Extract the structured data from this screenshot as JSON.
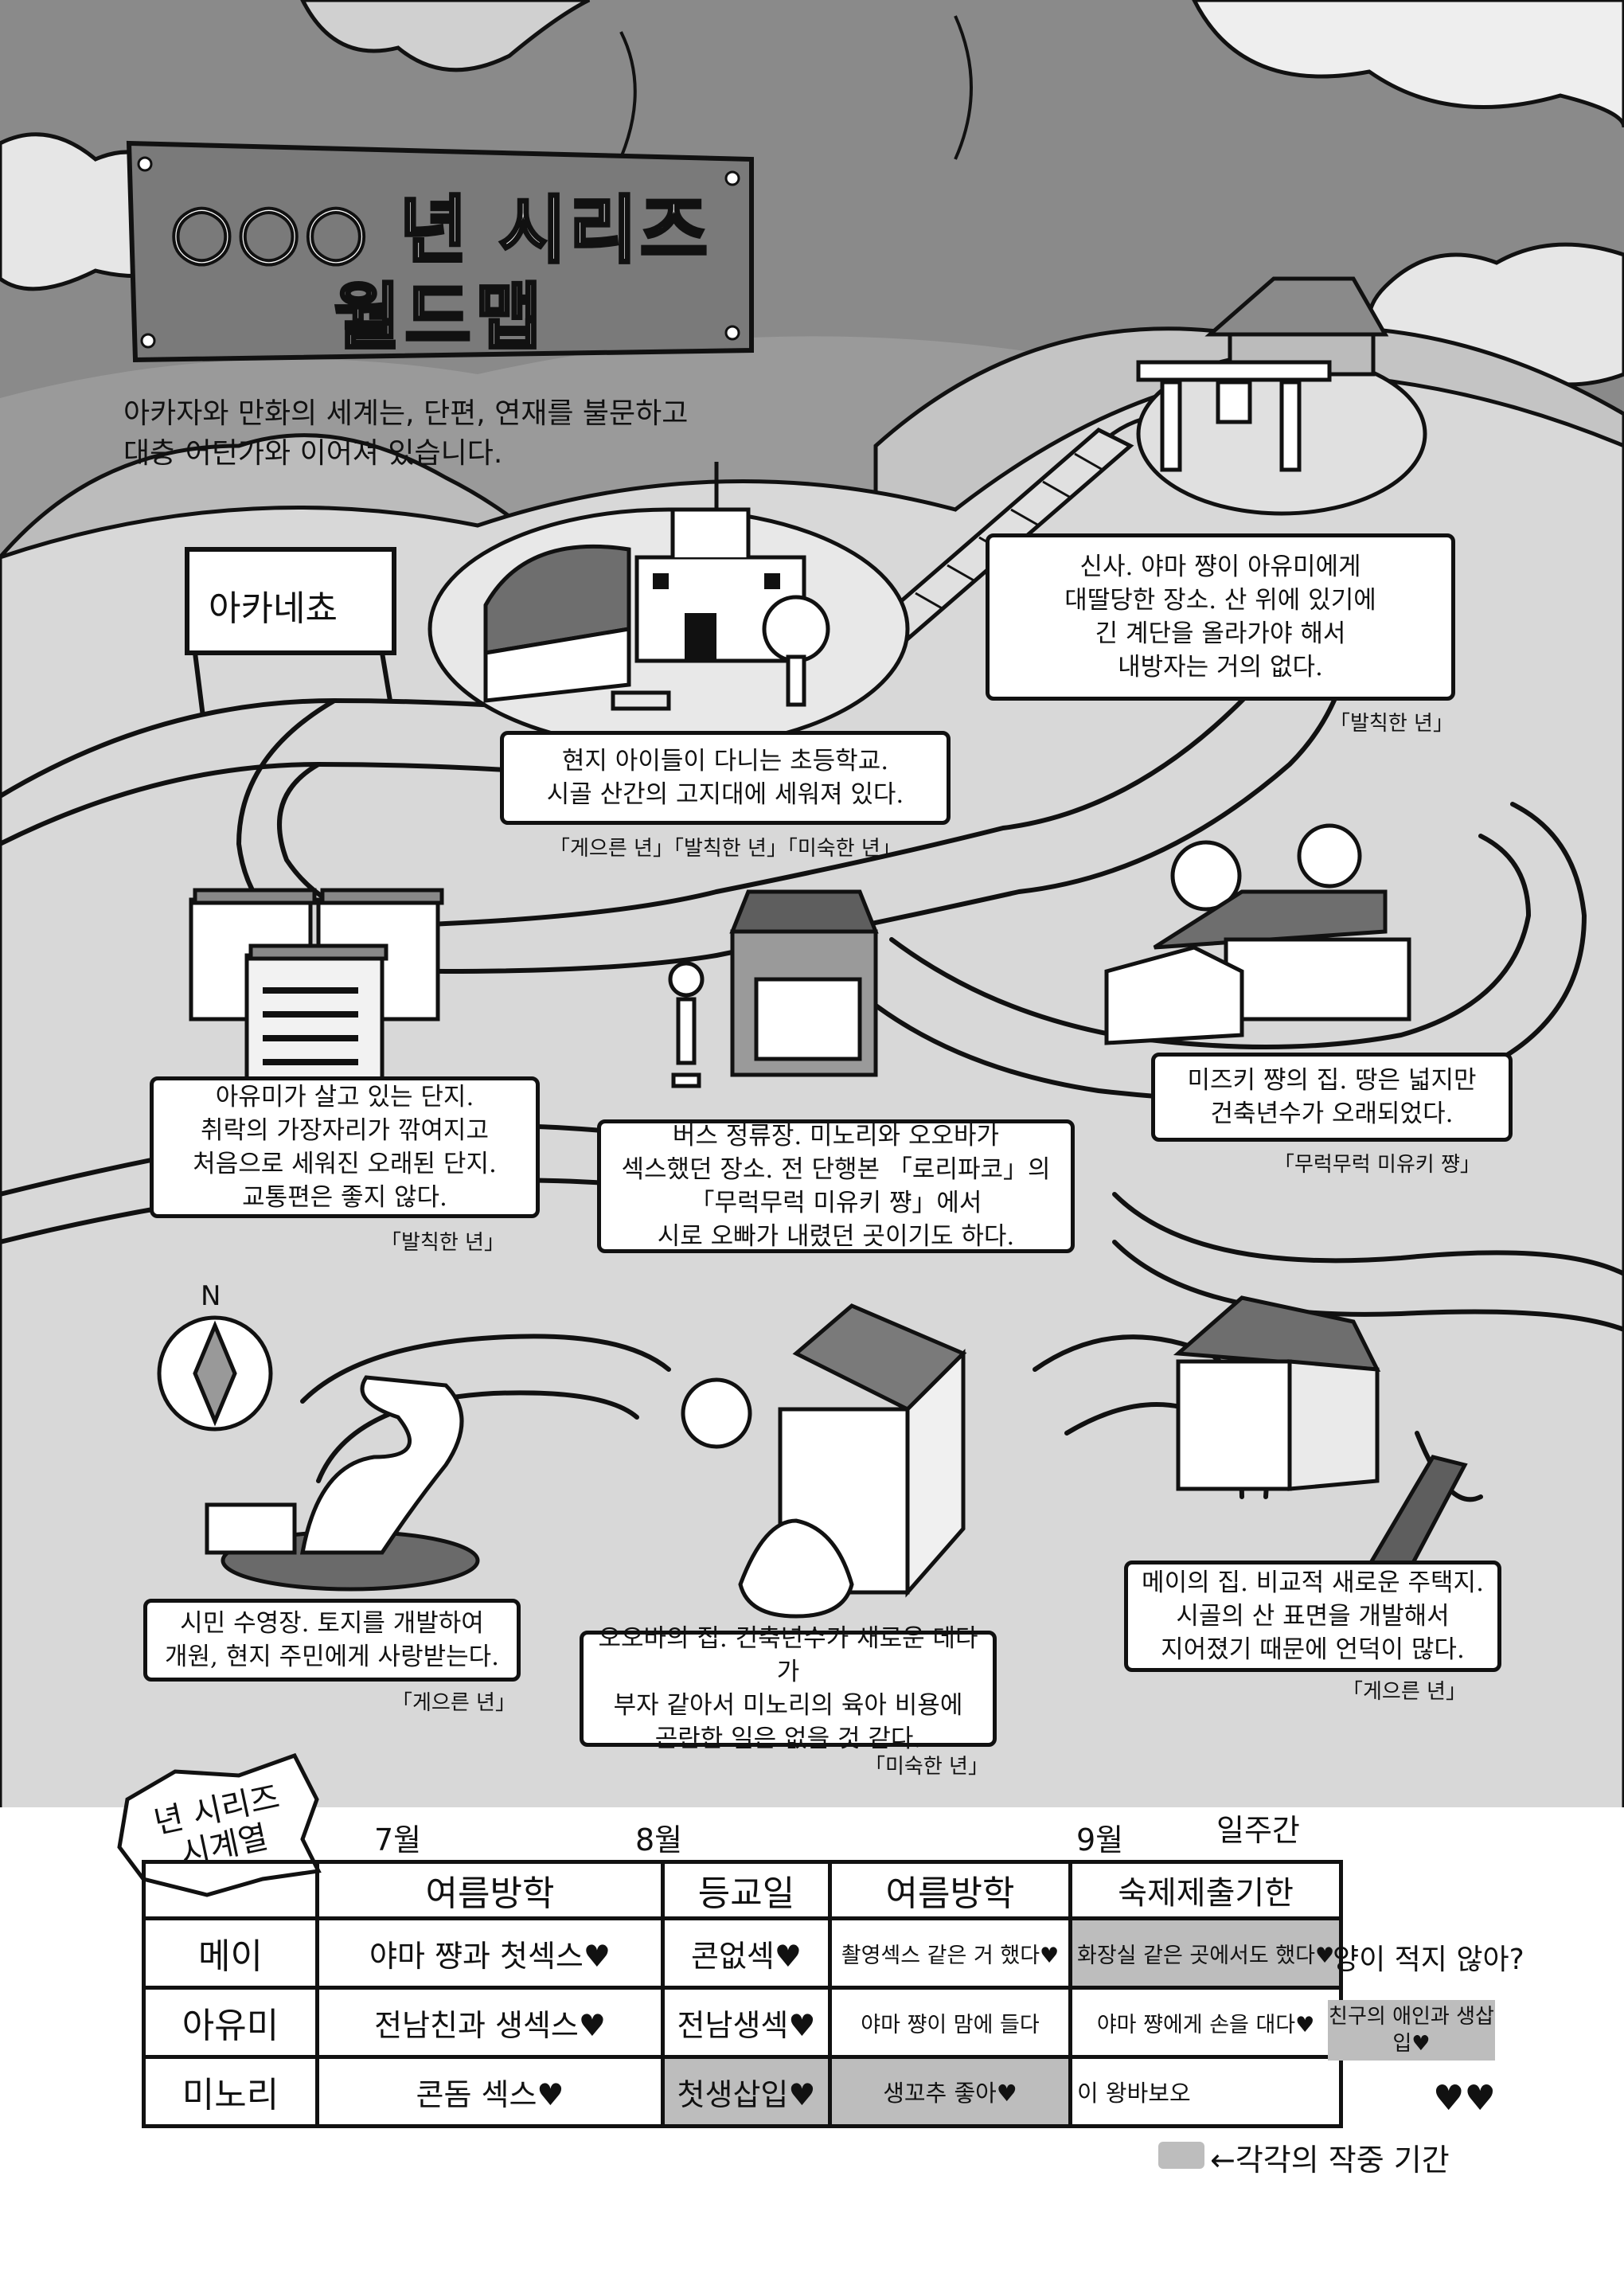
{
  "header": {
    "title_line1": "○○○ 년 시리즈",
    "title_line2": "월드맵",
    "intro_line1": "아카자와 만화의 세계는, 단편, 연재를 불문하고",
    "intro_line2": "대충 어딘가와 이어져 있습니다."
  },
  "sign": {
    "label": "아카네쵸"
  },
  "compass": {
    "north_label": "N"
  },
  "locations": {
    "shrine": {
      "lines": [
        "신사. 야마 쨩이 아유미에게",
        "대딸당한 장소. 산 위에 있기에",
        "긴 계단을 올라가야 해서",
        "내방자는 거의 없다."
      ],
      "source": "「발칙한 년」"
    },
    "school": {
      "lines": [
        "현지 아이들이 다니는 초등학교.",
        "시골 산간의 고지대에 세워져 있다."
      ],
      "source": "「게으른 년」「발칙한 년」「미숙한 년」"
    },
    "apartments": {
      "lines": [
        "아유미가 살고 있는 단지.",
        "취락의 가장자리가 깎여지고",
        "처음으로 세워진 오래된 단지.",
        "교통편은 좋지 않다."
      ],
      "source": "「발칙한 년」"
    },
    "bus_stop": {
      "lines": [
        "버스 정류장. 미노리와 오오바가",
        "섹스했던 장소. 전 단행본 「로리파코」의",
        "「무럭무럭 미유키 쨩」에서",
        "시로 오빠가 내렸던 곳이기도 하다."
      ],
      "source": ""
    },
    "mizuki_house": {
      "lines": [
        "미즈키 쨩의 집. 땅은 넓지만",
        "건축년수가 오래되었다."
      ],
      "source": "「무럭무럭 미유키 쨩」"
    },
    "pool": {
      "lines": [
        "시민 수영장. 토지를 개발하여",
        "개원, 현지 주민에게 사랑받는다."
      ],
      "source": "「게으른 년」"
    },
    "ooba_house": {
      "lines": [
        "오오바의 집. 건축년수가 새로운 데다가",
        "부자 같아서 미노리의 육아 비용에",
        "곤란한 일은 없을 것 같다."
      ],
      "source": "「미숙한 년」"
    },
    "mei_house": {
      "lines": [
        "메이의 집. 비교적 새로운 주택지.",
        "시골의 산 표면을 개발해서",
        "지어졌기 때문에 언덕이 많다."
      ],
      "source": "「게으른 년」"
    }
  },
  "timeline": {
    "badge": [
      "년 시리즈",
      "시계열"
    ],
    "months": {
      "july": "7월",
      "august": "8월",
      "september": "9월",
      "week": "일주간"
    },
    "headers": [
      "여름방학",
      "등교일",
      "여름방학",
      "숙제제출기한"
    ],
    "rows": [
      {
        "name": "메이",
        "cells": [
          "야마 쨩과 첫섹스♥",
          "콘없섹♥",
          "촬영섹스 같은 거 했다♥",
          "화장실 같은 곳에서도 했다♥"
        ],
        "after": "양이 적지 않아?"
      },
      {
        "name": "아유미",
        "cells": [
          "전남친과 생섹스♥",
          "전남생섹♥",
          "야마 쨩이 맘에 들다",
          "야마 쨩에게 손을 대다♥"
        ],
        "after": "친구의 애인과 생삽입♥"
      },
      {
        "name": "미노리",
        "cells": [
          "콘돔 섹스♥",
          "첫생삽입♥",
          "생꼬추 좋아♥",
          "이 왕바보오"
        ],
        "after": "♥♥"
      }
    ],
    "legend": "←각각의 작중 기간"
  },
  "colors": {
    "ink": "#111111",
    "background_gray": "#d8d8d8",
    "shade": "#bdbdbd",
    "board": "#7a7a7a"
  }
}
